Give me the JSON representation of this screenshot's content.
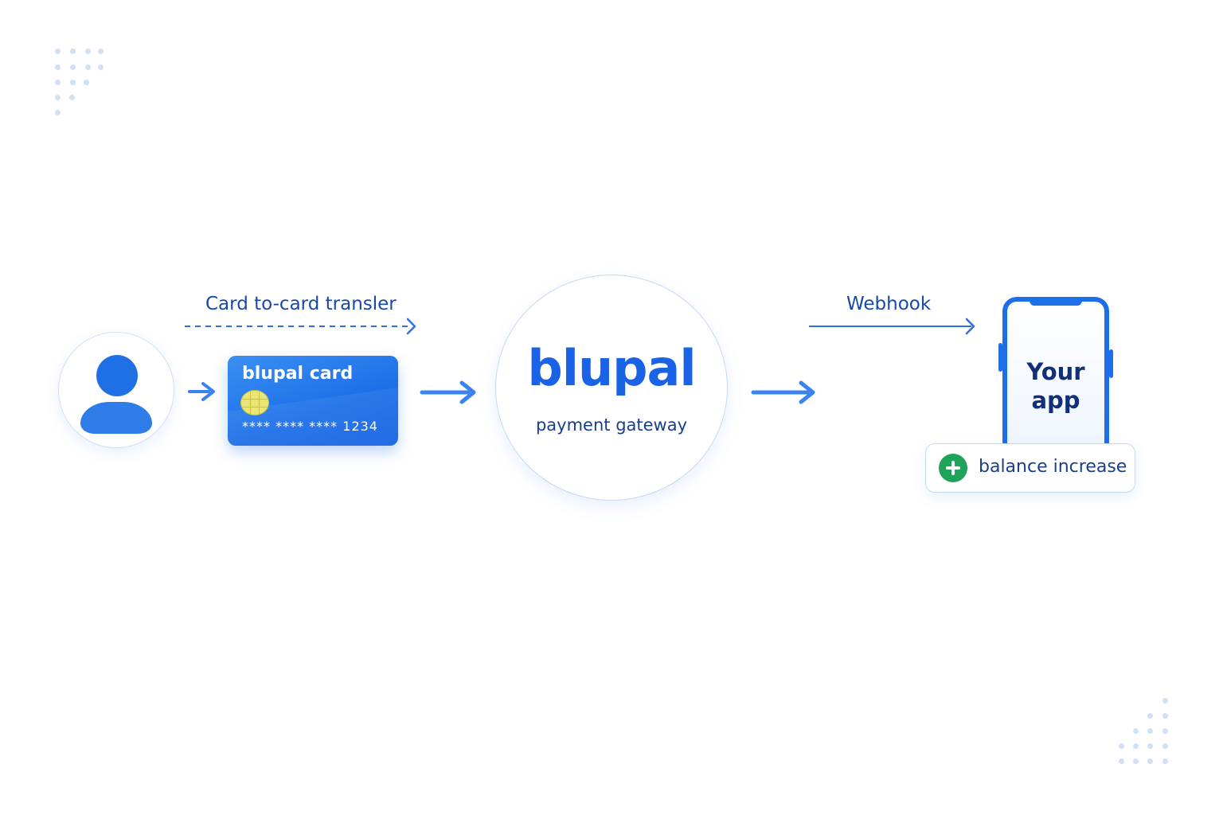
{
  "user": {
    "icon": "user-icon"
  },
  "card": {
    "title": "blupal card",
    "number": "**** **** **** 1234",
    "chip_icon": "card-chip-icon"
  },
  "transfer": {
    "label": "Card to-card transler"
  },
  "gateway": {
    "brand": "blupal",
    "subtitle": "payment gateway"
  },
  "webhook": {
    "label": "Webhook"
  },
  "app": {
    "line1": "Your",
    "line2": "app",
    "icon": "phone-icon"
  },
  "balance": {
    "label": "balance increase",
    "icon": "plus-icon"
  },
  "colors": {
    "primary": "#1d6fe8",
    "text_dark": "#1848a8",
    "success": "#1ea35a",
    "dots": "#cfe0f7"
  }
}
